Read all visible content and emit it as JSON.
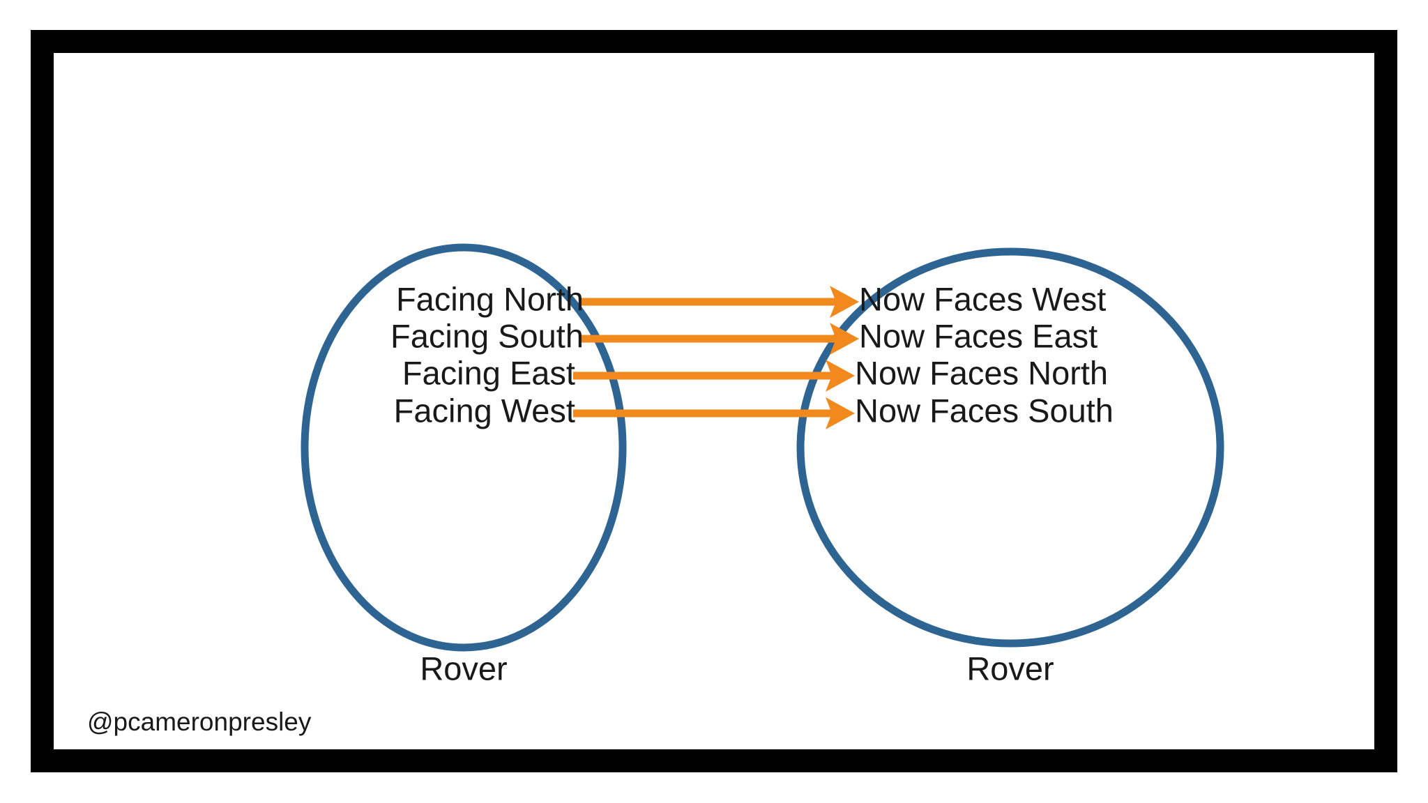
{
  "slide": {
    "frame_color": "#000000",
    "canvas_color": "#ffffff",
    "watermark": "@pcameronpresley"
  },
  "palette": {
    "ellipse_stroke": "#2E6491",
    "arrow": "#F2891C",
    "text": "#18191b"
  },
  "diagram": {
    "type": "mapping",
    "left_group": {
      "label": "Rover",
      "items": [
        {
          "text": "Facing North"
        },
        {
          "text": "Facing South"
        },
        {
          "text": "Facing East"
        },
        {
          "text": "Facing West"
        }
      ]
    },
    "right_group": {
      "label": "Rover",
      "items": [
        {
          "text": "Now Faces West"
        },
        {
          "text": "Now Faces East"
        },
        {
          "text": "Now Faces North"
        },
        {
          "text": "Now Faces South"
        }
      ]
    },
    "mappings": [
      {
        "from": "Facing North",
        "to": "Now Faces West"
      },
      {
        "from": "Facing South",
        "to": "Now Faces East"
      },
      {
        "from": "Facing East",
        "to": "Now Faces North"
      },
      {
        "from": "Facing West",
        "to": "Now Faces South"
      }
    ]
  }
}
